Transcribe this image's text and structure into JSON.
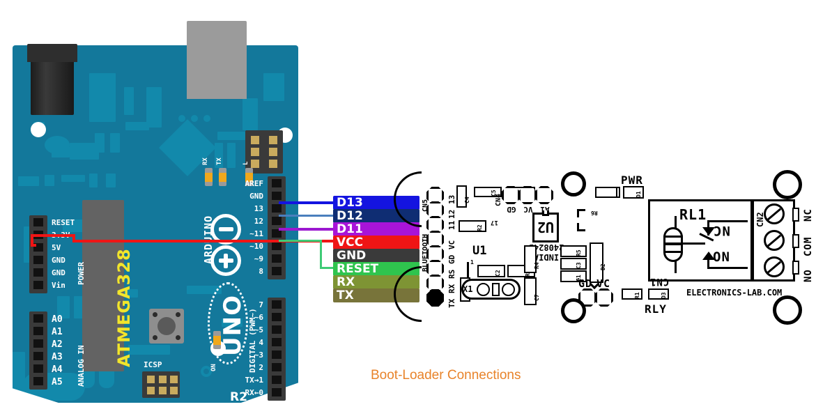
{
  "diagram": {
    "caption": "Boot-Loader Connections"
  },
  "arduino": {
    "board_name": "UNO",
    "brand": "ARDUINO",
    "revision": "R2",
    "mcu": "ATMEGA328",
    "icsp_label": "ICSP",
    "on_led_label": "ON",
    "leds": [
      {
        "name": "RX",
        "label": "RX"
      },
      {
        "name": "TX",
        "label": "TX"
      },
      {
        "name": "L",
        "label": "L"
      }
    ],
    "digital_header_group_label": "DIGITAL (PWM~)",
    "digital_pins_top": [
      "AREF",
      "GND",
      "13",
      "12",
      "~11",
      "~10",
      "~9",
      "8"
    ],
    "digital_pins_bottom": [
      "7",
      "~6",
      "~5",
      "4",
      "~3",
      "2",
      "TX→1",
      "RX←0"
    ],
    "power_header_group_label": "POWER",
    "power_pins": [
      "RESET",
      "3.3V",
      "5V",
      "GND",
      "GND",
      "Vin"
    ],
    "analog_header_group_label": "ANALOG IN",
    "analog_pins": [
      "A0",
      "A1",
      "A2",
      "A3",
      "A4",
      "A5"
    ]
  },
  "connections": [
    {
      "name": "d13",
      "label": "D13",
      "color": "#1414e0",
      "wire_color": "#1414e0",
      "from_pin": "13",
      "to_pad": "13"
    },
    {
      "name": "d12",
      "label": "D12",
      "color": "#0f2d73",
      "wire_color": "#4a7fbd",
      "from_pin": "12",
      "to_pad": "12"
    },
    {
      "name": "d11",
      "label": "D11",
      "color": "#a814d8",
      "wire_color": "#9b18d0",
      "from_pin": "~11",
      "to_pad": "11"
    },
    {
      "name": "vcc",
      "label": "VCC",
      "color": "#ef1515",
      "wire_color": "#ef1515",
      "from_pin": "5V",
      "to_pad": "VC"
    },
    {
      "name": "gnd",
      "label": "GND",
      "color": "#3a3a3a",
      "wire_color": "#3a3a3a",
      "from_pin": "GND",
      "to_pad": "GD"
    },
    {
      "name": "reset",
      "label": "RESET",
      "color": "#2fc44e",
      "wire_color": "#3ecb76",
      "from_pin": "~10",
      "to_pad": "RS"
    },
    {
      "name": "rx",
      "label": "RX",
      "color": "#7e9434",
      "wire_color": "#7e9434",
      "from_pin": "RX←0",
      "to_pad": "RX"
    },
    {
      "name": "tx",
      "label": "TX",
      "color": "#78743a",
      "wire_color": "#78743a",
      "from_pin": "TX→1",
      "to_pad": "TX"
    }
  ],
  "relay_board": {
    "vendor": "ELECTRONICS-LAB.COM",
    "bluetooth_header": {
      "name": "CN5",
      "group_label": "BLUETOOTH",
      "pads": [
        "13",
        "12",
        "11",
        "VC",
        "GD",
        "RS",
        "RX",
        "TX"
      ]
    },
    "cn4_header": {
      "name": "CN4",
      "pads": [
        "GD",
        "VC",
        "A1"
      ]
    },
    "cn3_header": {
      "name": "CN3",
      "pads": [
        "GD",
        "VC"
      ]
    },
    "cn2_terminal": {
      "name": "CN2",
      "terminals": [
        "NC",
        "COM",
        "NO"
      ]
    },
    "cn1_label": "CN1",
    "relay": {
      "name": "RL1",
      "contact_top": "NC",
      "contact_bottom": "ON"
    },
    "ics": [
      {
        "name": "U1",
        "label": "U1"
      },
      {
        "name": "U2",
        "label": "U2",
        "line1": "240824B",
        "line2": "INDIA"
      }
    ],
    "crystal": "X1",
    "leds": [
      {
        "name": "PWR",
        "label": "PWR",
        "ref": "D1"
      },
      {
        "name": "RLY",
        "label": "RLY",
        "ref": "D3"
      }
    ],
    "passives": [
      "C4",
      "C5",
      "R8",
      "R2",
      "C2",
      "R7",
      "R4",
      "C7",
      "C6",
      "C3",
      "C1",
      "R5",
      "D2",
      "R3",
      "R6",
      "R1"
    ],
    "misc_marks": [
      "17",
      "1",
      "4"
    ]
  }
}
